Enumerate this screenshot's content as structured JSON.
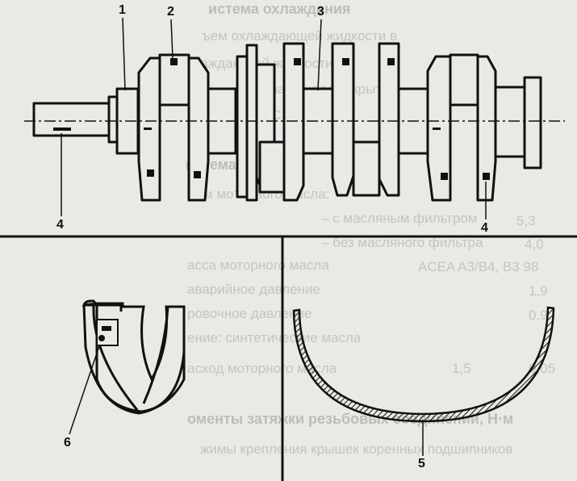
{
  "callouts": {
    "c1": "1",
    "c2": "2",
    "c3": "3",
    "c4_left": "4",
    "c4_right": "4",
    "c5": "5",
    "c6": "6"
  },
  "background_text": [
    {
      "text": "истема охлаждения",
      "bold": true
    },
    {
      "text": "ъем охлаждающей жидкости в",
      "bold": false
    },
    {
      "text": "хлаждающей жидкости",
      "bold": false
    },
    {
      "text": "ратура начала открытия",
      "bold": false
    },
    {
      "text": "нтуры в 20 °C",
      "bold": false
    },
    {
      "text": "истема смазки",
      "bold": true
    },
    {
      "text": "ъем моторного масла:",
      "bold": false
    },
    {
      "text": "– с масляным фильтром",
      "bold": false
    },
    {
      "text": "– без масляного фильтра",
      "bold": false
    },
    {
      "text": "асса моторного масла",
      "bold": false
    },
    {
      "text": "аварийное давление",
      "bold": false
    },
    {
      "text": "ровочное давление",
      "bold": false
    },
    {
      "text": "ение: синтетические масла",
      "bold": false
    },
    {
      "text": "асход моторного масла",
      "bold": false
    },
    {
      "text": "оменты затяжки резьбовых соединений, Н·м",
      "bold": true
    },
    {
      "text": "жимы крепления крышек коренных подшипников",
      "bold": false
    }
  ],
  "background_values": [
    "5,3",
    "4,0",
    "ACEA A3/B4, B3 98",
    "1,9",
    "0,9",
    "1,5",
    "0,05"
  ]
}
